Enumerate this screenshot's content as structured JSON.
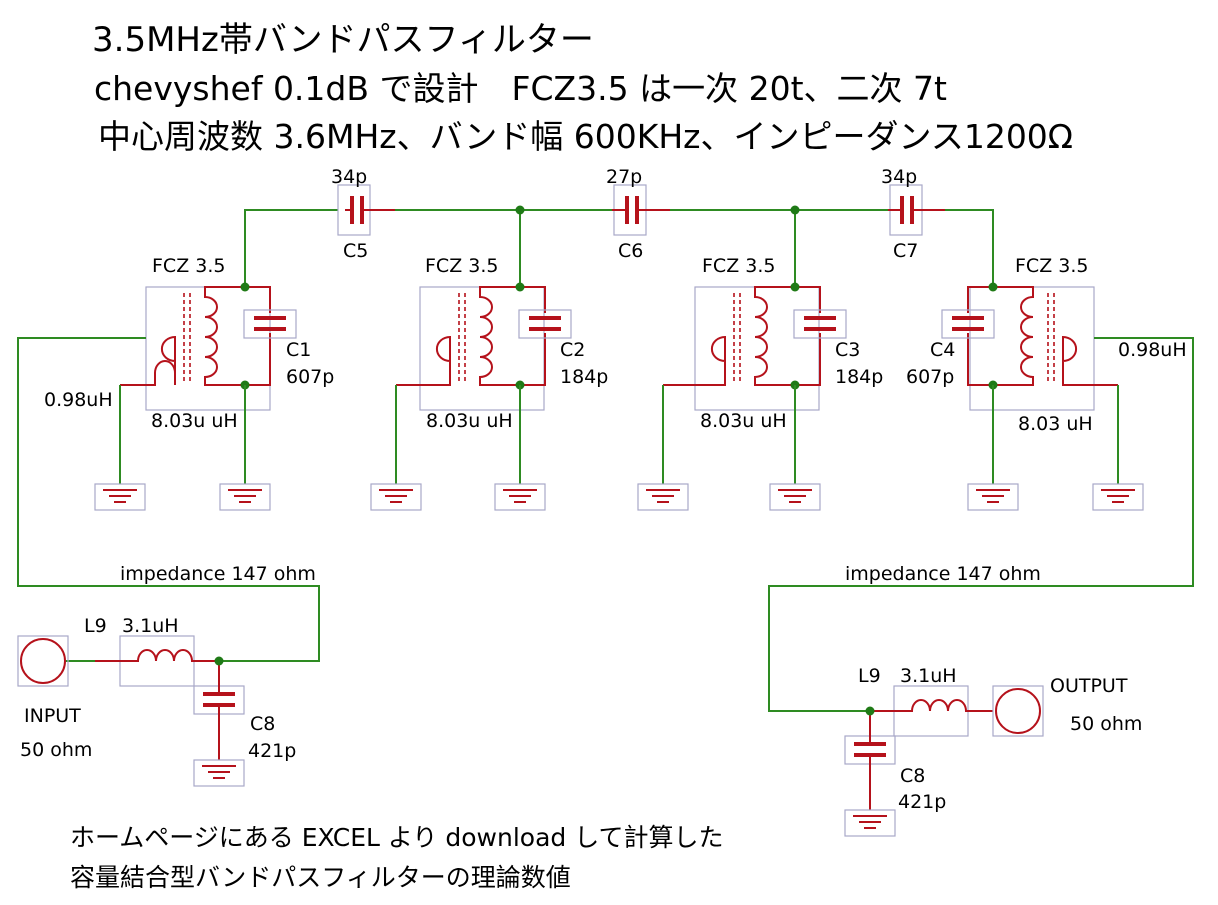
{
  "header": {
    "line1": "3.5MHz帯バンドパスフィルター",
    "line2": "chevyshef 0.1dB で設計　FCZ3.5 は一次 20t、二次 7t",
    "line3": "中心周波数 3.6MHz、バンド幅 600KHz、インピーダンス1200Ω"
  },
  "coupling_caps": [
    {
      "name": "C5",
      "value": "34p"
    },
    {
      "name": "C6",
      "value": "27p"
    },
    {
      "name": "C7",
      "value": "34p"
    }
  ],
  "resonators": [
    {
      "coil": "FCZ 3.5",
      "inductance": "8.03u uH",
      "cap_name": "C1",
      "cap_value": "607p",
      "link": "0.98uH"
    },
    {
      "coil": "FCZ 3.5",
      "inductance": "8.03u uH",
      "cap_name": "C2",
      "cap_value": "184p"
    },
    {
      "coil": "FCZ 3.5",
      "inductance": "8.03u uH",
      "cap_name": "C3",
      "cap_value": "184p"
    },
    {
      "coil": "FCZ 3.5",
      "inductance": "8.03 uH",
      "cap_name": "C4",
      "cap_value": "607p",
      "link": "0.98uH"
    }
  ],
  "input_match": {
    "impedance_label": "impedance 147 ohm",
    "inductor_name": "L9",
    "inductor_value": "3.1uH",
    "cap_name": "C8",
    "cap_value": "421p",
    "port_name": "INPUT",
    "port_impedance": "50 ohm"
  },
  "output_match": {
    "impedance_label": "impedance 147 ohm",
    "inductor_name": "L9",
    "inductor_value": "3.1uH",
    "cap_name": "C8",
    "cap_value": "421p",
    "port_name": "OUTPUT",
    "port_impedance": "50 ohm"
  },
  "footer": {
    "line1": "ホームページにある EXCEL より download して計算した",
    "line2": "容量結合型バンドパスフィルターの理論数値"
  },
  "colors": {
    "wire": "#2e8b22",
    "component": "#b5121b",
    "junction": "#1f7a16",
    "outline": "#a8a8c8"
  }
}
